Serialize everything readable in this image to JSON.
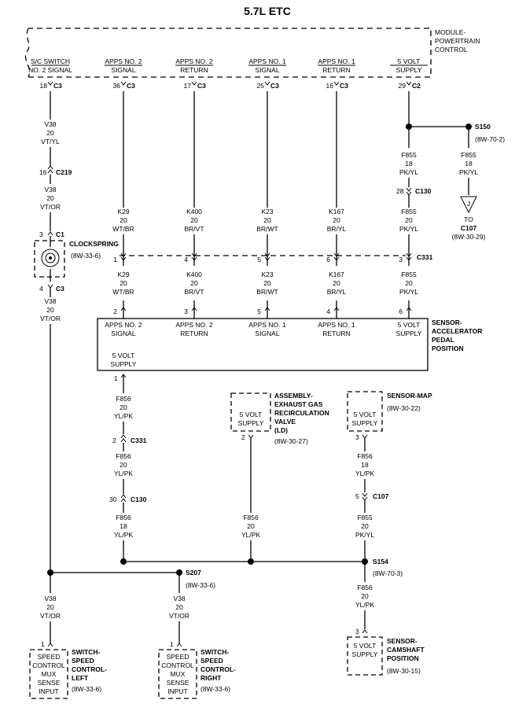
{
  "title": "5.7L ETC",
  "pcm": {
    "label_lines": [
      "MODULE-",
      "POWERTRAIN",
      "CONTROL"
    ]
  },
  "pcm_pins": [
    {
      "id": "ss2",
      "label_lines": [
        "S/C SWITCH",
        "NO. 2 SIGNAL"
      ],
      "pin": "18",
      "conn": "C3"
    },
    {
      "id": "apps2s",
      "label_lines": [
        "APPS NO. 2",
        "SIGNAL"
      ],
      "pin": "36",
      "conn": "C3"
    },
    {
      "id": "apps2r",
      "label_lines": [
        "APPS NO. 2",
        "RETURN"
      ],
      "pin": "17",
      "conn": "C3"
    },
    {
      "id": "apps1s",
      "label_lines": [
        "APPS NO. 1",
        "SIGNAL"
      ],
      "pin": "25",
      "conn": "C3"
    },
    {
      "id": "apps1r",
      "label_lines": [
        "APPS NO. 1",
        "RETURN"
      ],
      "pin": "16",
      "conn": "C3"
    },
    {
      "id": "v5",
      "label_lines": [
        "5 VOLT",
        "SUPPLY"
      ],
      "pin": "29",
      "conn": "C2"
    }
  ],
  "wires": {
    "v38_vtyl": [
      "V38",
      "20",
      "VT/YL"
    ],
    "v38_vtor": [
      "V38",
      "20",
      "VT/OR"
    ],
    "v38_vtor_2": [
      "V38",
      "20",
      "VT/OR"
    ],
    "k29_a": [
      "K29",
      "20",
      "WT/BR"
    ],
    "k29_b": [
      "K29",
      "20",
      "WT/BR"
    ],
    "k400_a": [
      "K400",
      "20",
      "BR/VT"
    ],
    "k400_b": [
      "K400",
      "20",
      "BR/VT"
    ],
    "k23_a": [
      "K23",
      "20",
      "BR/WT"
    ],
    "k23_b": [
      "K23",
      "20",
      "BR/WT"
    ],
    "k167_a": [
      "K167",
      "20",
      "BR/YL"
    ],
    "k167_b": [
      "K167",
      "20",
      "BR/YL"
    ],
    "f855_a": [
      "F855",
      "18",
      "PK/YL"
    ],
    "f855_b": [
      "F855",
      "20",
      "PK/YL"
    ],
    "f855_c": [
      "F855",
      "20",
      "PK/YL"
    ],
    "f855_d": [
      "F855",
      "18",
      "PK/YL"
    ],
    "f856_a": [
      "F856",
      "20",
      "YL/PK"
    ],
    "f856_b": [
      "F856",
      "20",
      "YL/PK"
    ],
    "f856_c": [
      "F856",
      "18",
      "YL/PK"
    ],
    "f856_d": [
      "F856",
      "20",
      "YL/PK"
    ],
    "f856_e": [
      "F856",
      "18",
      "YL/PK"
    ],
    "f856_f": [
      "F856",
      "20",
      "YL/PK"
    ],
    "v38_l": [
      "V38",
      "20",
      "VT/OR"
    ],
    "v38_r": [
      "V38",
      "20",
      "VT/OR"
    ]
  },
  "connectors": {
    "c219": {
      "pin": "16",
      "name": "C219"
    },
    "c1": {
      "pin": "3",
      "name": "C1"
    },
    "c3": {
      "pin": "4",
      "name": "C3"
    },
    "c130_top": {
      "pin": "28",
      "name": "C130"
    },
    "c331_pins": [
      "1",
      "4",
      "5",
      "6",
      "3"
    ],
    "c331_name": "C331",
    "c331_lower": {
      "pin": "2",
      "name": "C331"
    },
    "c130_lower": {
      "pin": "30",
      "name": "C130"
    },
    "c107": {
      "pin": "5",
      "name": "C107"
    },
    "c107_ground": {
      "pin": "J",
      "to": "TO",
      "name": "C107",
      "ref": "(8W-30-29)"
    }
  },
  "clockspring": {
    "name": "CLOCKSPRING",
    "ref": "(8W-33-6)"
  },
  "splices": {
    "s150": {
      "name": "S150",
      "ref": "(8W-70-2)"
    },
    "s154": {
      "name": "S154",
      "ref": "(8W-70-3)"
    },
    "s207": {
      "name": "S207",
      "ref": "(8W-33-6)"
    }
  },
  "app_sensor": {
    "title_lines": [
      "SENSOR-",
      "ACCELERATOR",
      "PEDAL",
      "POSITION"
    ],
    "pins": [
      "2",
      "3",
      "5",
      "4",
      "6"
    ],
    "labels": [
      [
        "APPS NO. 2",
        "SIGNAL"
      ],
      [
        "APPS NO. 2",
        "RETURN"
      ],
      [
        "APPS NO. 1",
        "SIGNAL"
      ],
      [
        "APPS NO. 1",
        "RETURN"
      ],
      [
        "5 VOLT",
        "SUPPLY"
      ]
    ],
    "supply_pin": "1",
    "supply_label": [
      "5 VOLT",
      "SUPPLY"
    ]
  },
  "egr": {
    "title_lines": [
      "ASSEMBLY-",
      "EXHAUST GAS",
      "RECIRCULATION",
      "VALVE",
      "(LD)"
    ],
    "ref": "(8W-30-27)",
    "pin": "2",
    "label": [
      "5 VOLT",
      "SUPPLY"
    ]
  },
  "map": {
    "title": "SENSOR-MAP",
    "ref": "(8W-30-22)",
    "pin": "3",
    "label": [
      "5 VOLT",
      "SUPPLY"
    ]
  },
  "cmp": {
    "title_lines": [
      "SENSOR-",
      "CAMSHAFT",
      "POSITION"
    ],
    "ref": "(8W-30-15)",
    "pin": "3",
    "label": [
      "5 VOLT",
      "SUPPLY"
    ]
  },
  "sw_left": {
    "title_lines": [
      "SWITCH-",
      "SPEED",
      "CONTROL-",
      "LEFT"
    ],
    "ref": "(8W-33-6)",
    "pin": "1",
    "label": [
      "SPEED",
      "CONTROL",
      "MUX",
      "SENSE",
      "INPUT"
    ]
  },
  "sw_right": {
    "title_lines": [
      "SWITCH-",
      "SPEED",
      "CONTROL-",
      "RIGHT"
    ],
    "ref": "(8W-33-6)",
    "pin": "1",
    "label": [
      "SPEED",
      "CONTROL",
      "MUX",
      "SENSE",
      "INPUT"
    ]
  }
}
